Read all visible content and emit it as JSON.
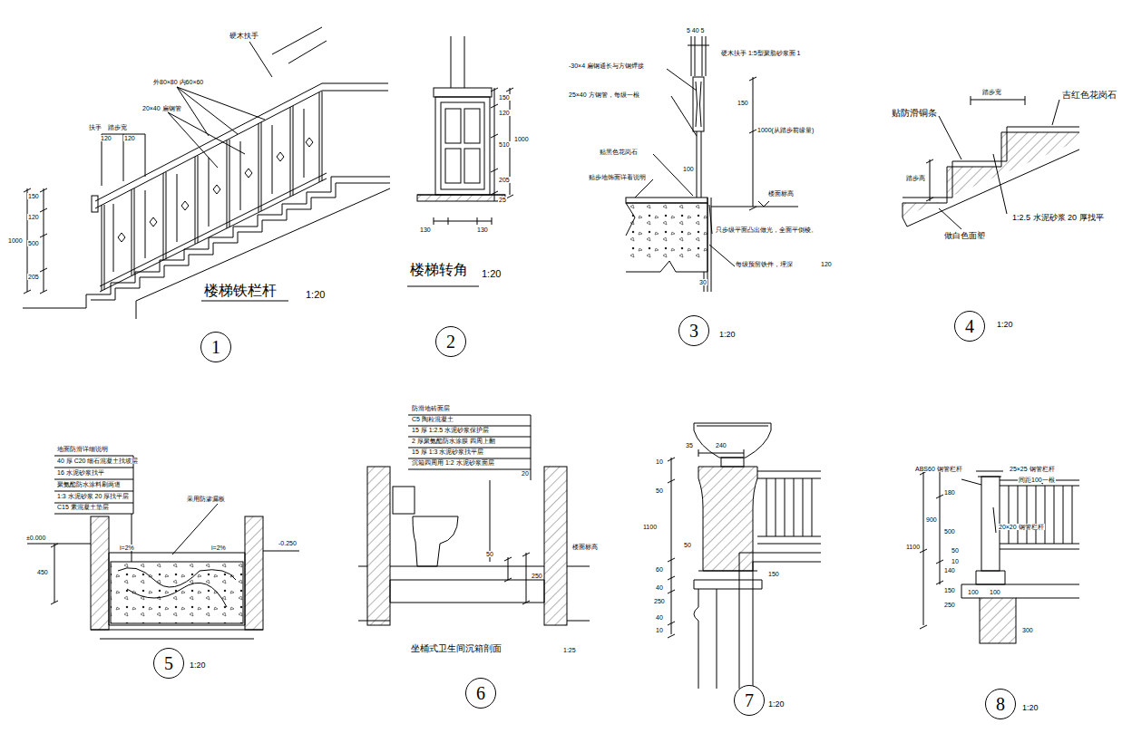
{
  "diagram": {
    "nodes": [
      {
        "text": [
          "1"
        ]
      },
      {
        "text": [
          "2"
        ]
      },
      {
        "text": [
          "3"
        ]
      },
      {
        "text": [
          "4"
        ]
      },
      {
        "text": [
          "5"
        ]
      },
      {
        "text": [
          "6"
        ]
      },
      {
        "text": [
          "7"
        ]
      },
      {
        "text": [
          "8"
        ]
      }
    ],
    "labels": [
      "硬木扶手",
      "外80×80 内60×60",
      "20×40 扁钢管",
      "扶手",
      "踏步宽",
      "120",
      "120",
      "150",
      "120",
      "500",
      "205",
      "1000",
      "楼梯铁栏杆",
      "1:20",
      "150",
      "120",
      "510",
      "1000",
      "205",
      "25",
      "130",
      "130",
      "楼梯转角",
      "1:20",
      "5 40 5",
      "-30×4 扁钢通长与方钢焊接",
      "硬木扶手 1:5型聚脂砂浆面 1",
      "25×40 方钢管，每级一根",
      "150",
      "1000(从踏步前缘量)",
      "贴黑色花岗石",
      "贴步地饰面详看说明",
      "100",
      "楼面标高",
      "只步级平面凸出做光，全面平倒棱。",
      "每级预留铁件，埋深",
      "120",
      "30",
      "1:20",
      "踏步宽",
      "吉红色花岗石",
      "贴防滑铜条",
      "踏步高",
      "1:2.5 水泥砂浆 20 厚找平",
      "做白色面塑",
      "1:20",
      "地面防滑详细说明",
      "40 厚 C20 细石混凝土找坡层",
      "16 水泥砂浆找平",
      "聚氨酯防水涂料刷两道",
      "1:3 水泥砂浆 20 厚找平层",
      "C15 素混凝土垫层",
      "采用防渗漏板",
      "±0.000",
      "i=2%",
      "i=2%",
      "-0.250",
      "450",
      "1:20",
      "防滑地砖面层",
      "C5 陶粒混凝土",
      "15 厚 1:2.5 水泥砂浆保护层",
      "2 厚聚氨酯防水涂膜 四周上翻",
      "15 厚 1:3 水泥砂浆找平层",
      "沉箱四周用 1:2 水泥砂浆面层",
      "20",
      "50",
      "250",
      "楼面标高",
      "坐桶式卫生间沉箱剖面",
      "1:25",
      "35",
      "240",
      "10",
      "50",
      "1100",
      "50",
      "60",
      "150",
      "40",
      "250",
      "40",
      "10",
      "1:20",
      "ABS60 钢管栏杆",
      "25×25 钢管栏杆",
      "间距100一根",
      "20×20 钢管栏杆",
      "180",
      "900",
      "500",
      "1100",
      "50",
      "10",
      "140",
      "150",
      "250",
      "100",
      "100",
      "300",
      "1:20"
    ]
  }
}
